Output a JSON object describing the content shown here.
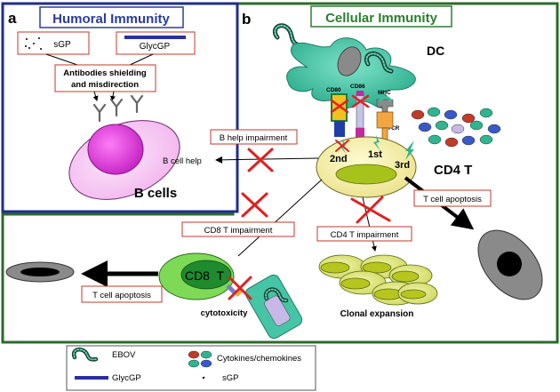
{
  "panel_a": {
    "letter": "a",
    "title": "Humoral Immunity"
  },
  "panel_b": {
    "letter": "b",
    "title": "Cellular Immunity"
  },
  "labels": {
    "sgp": "sGP",
    "glycgp": "GlycGP",
    "antibodies_line1": "Antibodies shielding",
    "antibodies_line2": "and misdirection",
    "b_cells": "B cells",
    "dc": "DC",
    "cd80": "CD80",
    "cd86": "CD86",
    "mhc": "MHC",
    "tcr": "TCR",
    "signal_1st": "1st",
    "signal_2nd": "2nd",
    "signal_3rd": "3rd",
    "cd4t": "CD4 T",
    "b_help_impairment": "B help impairment",
    "b_cell_help": "B cell help",
    "t_cell_apoptosis_right": "T cell apoptosis",
    "cd8_impairment": "CD8 T impairment",
    "cd4_impairment": "CD4 T impairment",
    "cd8t": "CD8  T",
    "t_cell_apoptosis_left": "T cell apoptosis",
    "cytotoxicity": "cytotoxicity",
    "clonal_expansion": "Clonal expansion"
  },
  "legend": {
    "ebov": "EBOV",
    "glycgp": "GlycGP",
    "cytokines": "Cytokines/chemokines",
    "sgp": "sGP"
  },
  "colors": {
    "panel_border_a": "#1f2d8f",
    "panel_border_b": "#2c6b2c",
    "title_a": "#2b3d9c",
    "title_b": "#2e7d32",
    "label_border": "#c0392b",
    "dc_cell": "#46c4a6",
    "cd4_cell": "#f4f0a0",
    "cd8_cell": "#7ed957",
    "b_cell": "#f6c6f2",
    "b_nucleus": "#e24ee0",
    "clonal": "#c3d427",
    "glycgp": "#2a2f9e",
    "red_x": "#e02020"
  }
}
